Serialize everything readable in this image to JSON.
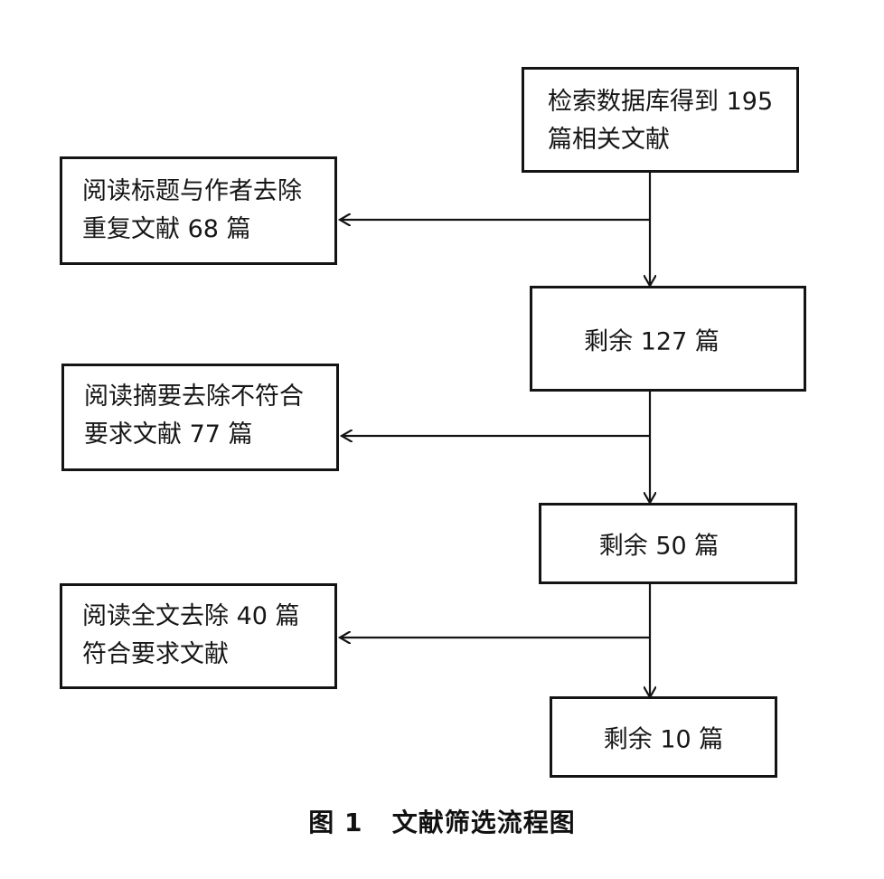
{
  "main_boxes": [
    {
      "lines": [
        "检索数据库得到 195",
        "篇相关文献"
      ]
    },
    {
      "lines": [
        "剩余 127 篇"
      ]
    },
    {
      "lines": [
        "剩余 50 篇"
      ]
    },
    {
      "lines": [
        "剩余 10 篇"
      ]
    }
  ],
  "side_boxes": [
    {
      "lines": [
        "阅读标题与作者去除",
        "重复文献 68 篇"
      ]
    },
    {
      "lines": [
        "阅读摘要去除不符合",
        "要求文献 77 篇"
      ]
    },
    {
      "lines": [
        "阅读全文去除 40 篇",
        "符合要求文献"
      ]
    }
  ],
  "caption": {
    "figure_number": "图 1",
    "title": "文献筛选流程图"
  }
}
